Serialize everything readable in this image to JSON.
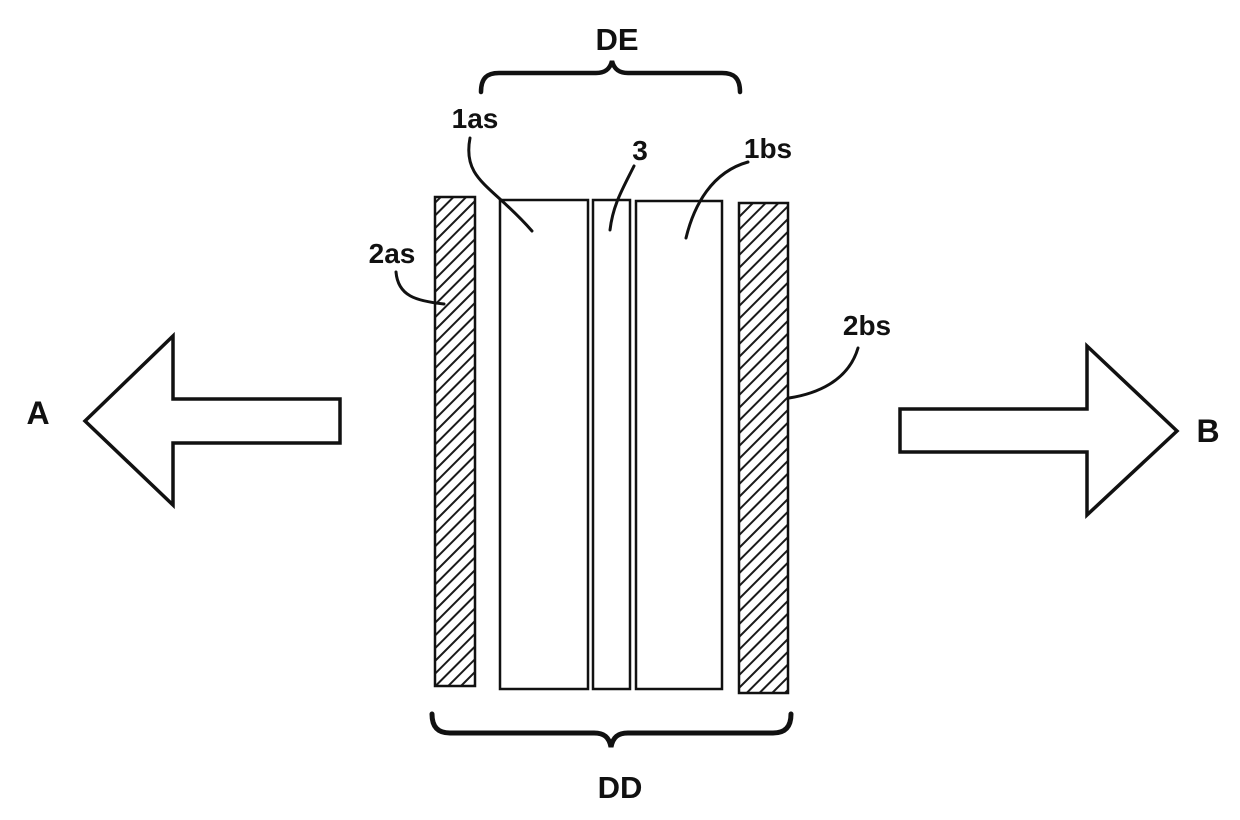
{
  "figure": {
    "description": "Patent-style cross-section diagram of a layered display element with viewing direction arrows",
    "colors": {
      "line": "#111111",
      "background": "#ffffff",
      "layer_fill": "#ffffff"
    },
    "braces": {
      "top_label": "DE",
      "bottom_label": "DD"
    },
    "layers": {
      "left_hatched_label": "2as",
      "first_substrate_label": "1as",
      "middle_layer_label": "3",
      "second_substrate_label": "1bs",
      "right_hatched_label": "2bs"
    },
    "arrows": {
      "left_label": "A",
      "right_label": "B"
    }
  }
}
